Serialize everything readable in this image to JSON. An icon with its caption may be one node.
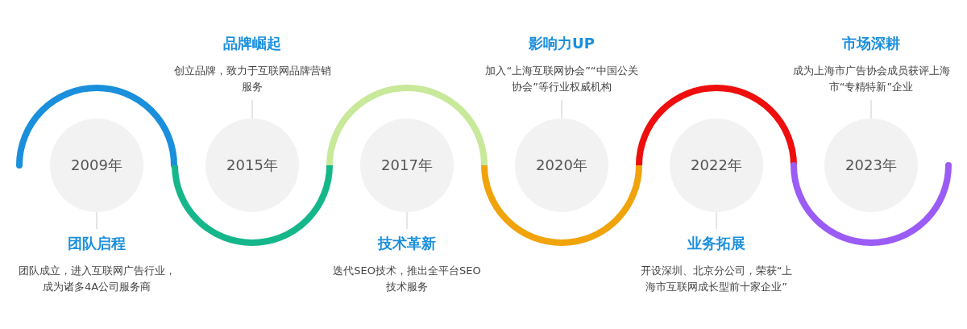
{
  "diagram": {
    "nodes": [
      {
        "text": [
          "2009年"
        ]
      },
      {
        "text": [
          "团队启程",
          "团队成立，进入互联网广告行业，成为诸多4A公司服务商"
        ]
      },
      {
        "text": [
          "2015年"
        ]
      },
      {
        "text": [
          "品牌崛起",
          "创立品牌，致力于互联网品牌营销服务"
        ]
      },
      {
        "text": [
          "2017年"
        ]
      },
      {
        "text": [
          "技术革新",
          "迭代SEO技术，推出全平台SEO技术服务"
        ]
      },
      {
        "text": [
          "2020年"
        ]
      },
      {
        "text": [
          "影响力UP",
          "加入“上海互联网协会”“中国公关协会”等行业权威机构"
        ]
      },
      {
        "text": [
          "2022年"
        ]
      },
      {
        "text": [
          "业务拓展",
          "开设深圳、北京分公司，荣获“上海市互联网成长型前十家企业”"
        ]
      },
      {
        "text": [
          "2023年"
        ]
      },
      {
        "text": [
          "市场深耕",
          "成为上海市广告协会成员获评上海市“专精特新”企业"
        ]
      }
    ],
    "edges": [
      {
        "from": 1,
        "to": 0,
        "arrow": "none"
      },
      {
        "from": 3,
        "to": 2,
        "arrow": "none"
      },
      {
        "from": 5,
        "to": 4,
        "arrow": "none"
      },
      {
        "from": 7,
        "to": 6,
        "arrow": "none"
      },
      {
        "from": 9,
        "to": 8,
        "arrow": "none"
      },
      {
        "from": 11,
        "to": 10,
        "arrow": "none"
      }
    ]
  }
}
